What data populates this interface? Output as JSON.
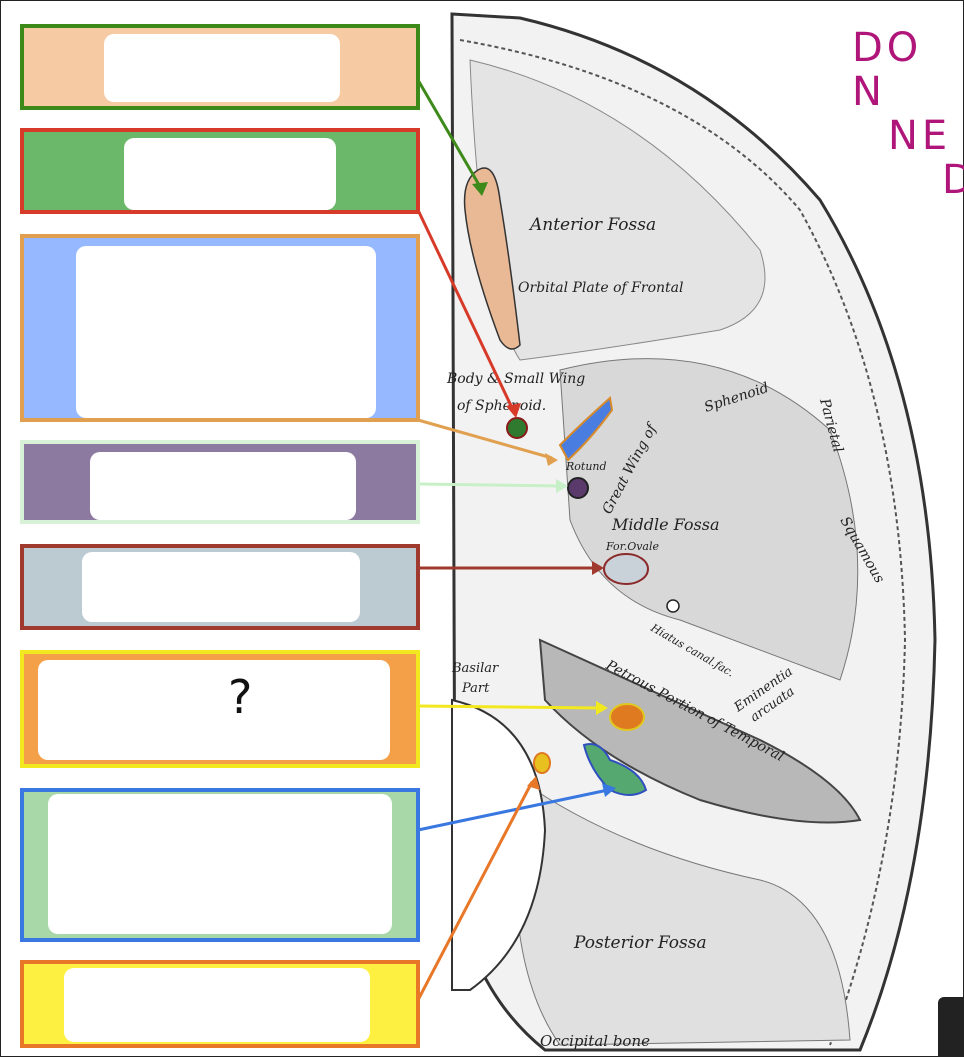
{
  "annotations": {
    "question_mark": "?",
    "handwritten_note_lines": [
      "DO N",
      "NE",
      "D"
    ]
  },
  "diagram_labels": {
    "anterior_fossa": "Anterior Fossa",
    "orbital_plate": "Orbital Plate of Frontal",
    "body_small_wing": "Body & Small Wing",
    "of_sphenoid": "of Sphenoid.",
    "great_wing": "Great Wing of",
    "sphenoid": "Sphenoid",
    "middle_fossa": "Middle Fossa",
    "rotund": "Rotund",
    "for_ovale": "For.Ovale",
    "basilar": "Basilar",
    "part": "Part",
    "petrous": "Petrous Portion of Temporal",
    "hiatus": "Hiatus canal.fac.",
    "eminentia": "Eminentia",
    "arcuata": "arcuata",
    "posterior_fossa": "Posterior Fossa",
    "occipital": "Occipital bone",
    "squamous": "Squamous",
    "parietal": "Parietal"
  },
  "colors": {
    "box1_fill": "#f6cba3",
    "box1_border": "#3d8a1a",
    "box2_fill": "#6cb86b",
    "box2_border": "#d83a2a",
    "box3_fill": "#96b8ff",
    "box3_border": "#e0a050",
    "box4_fill": "#8c7aa0",
    "box4_border": "#d8f2d8",
    "box5_fill": "#bccbd2",
    "box5_border": "#a03a2e",
    "box6_fill": "#f4a048",
    "box6_border": "#f2e820",
    "box7_fill": "#a8d8a8",
    "box7_border": "#3878e0",
    "box8_fill": "#fef040",
    "box8_border": "#e87828",
    "handwriting": "#b0157a"
  }
}
